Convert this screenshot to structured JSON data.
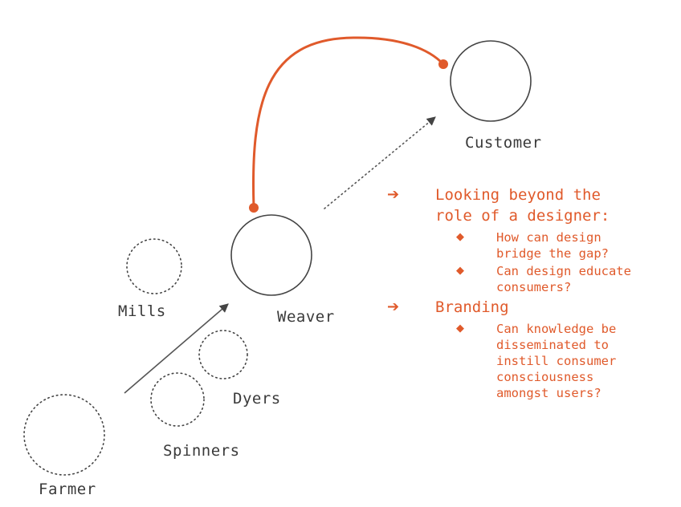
{
  "nodes": {
    "customer": "Customer",
    "weaver": "Weaver",
    "mills": "Mills",
    "dyers": "Dyers",
    "spinners": "Spinners",
    "farmer": "Farmer"
  },
  "points": [
    {
      "heading_lines": [
        "Looking beyond the",
        "role of a designer:"
      ],
      "subpoints": [
        [
          "How can design",
          "bridge the gap?"
        ],
        [
          "Can design educate",
          "consumers?"
        ]
      ]
    },
    {
      "heading_lines": [
        "Branding"
      ],
      "subpoints": [
        [
          "Can knowledge be",
          "disseminated to",
          "instill consumer",
          "consciousness",
          "amongst users?"
        ]
      ]
    }
  ],
  "colors": {
    "accent": "#e05a2b",
    "stroke": "#444444",
    "text": "#3a3a3a"
  },
  "icons": {
    "main_bullet": "right-arrow-icon",
    "sub_bullet": "diamond-icon"
  }
}
